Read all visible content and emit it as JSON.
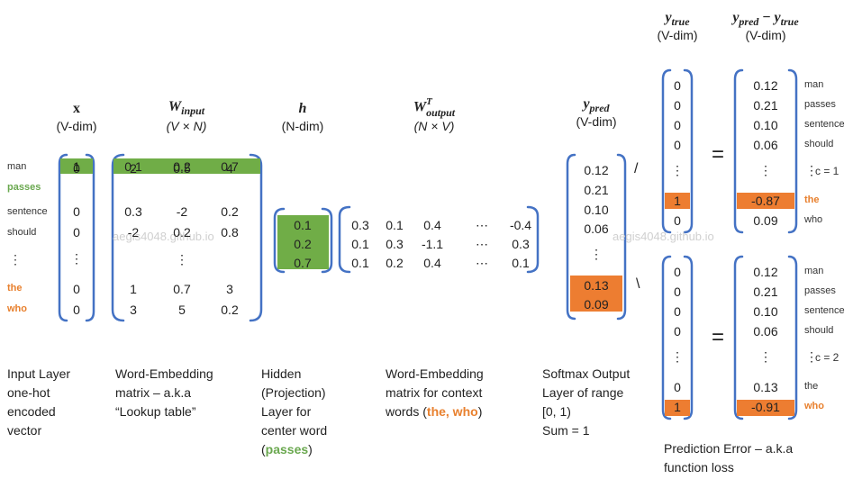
{
  "vocab": [
    "man",
    "passes",
    "sentence",
    "should",
    "⋮",
    "the",
    "who"
  ],
  "x": {
    "title": "x",
    "dim": "(V-dim)",
    "values": [
      "0",
      "1",
      "0",
      "0",
      "⋮",
      "0",
      "0"
    ]
  },
  "w_input": {
    "title": "W",
    "sub": "input",
    "dim": "(V × N)",
    "rows": [
      [
        "2",
        "0.5",
        "4"
      ],
      [
        "0.1",
        "0.2",
        "0.7"
      ],
      [
        "0.3",
        "-2",
        "0.2"
      ],
      [
        "-2",
        "0.2",
        "0.8"
      ],
      [
        "",
        "⋮",
        ""
      ],
      [
        "1",
        "0.7",
        "3"
      ],
      [
        "3",
        "5",
        "0.2"
      ]
    ]
  },
  "h": {
    "title": "h",
    "dim": "(N-dim)",
    "values": [
      "0.1",
      "0.2",
      "0.7"
    ]
  },
  "w_output": {
    "title": "W",
    "sup": "T",
    "sub": "output",
    "dim": "(N × V)",
    "rows": [
      [
        "0.3",
        "0.1",
        "0.4",
        "⋯",
        "-0.4"
      ],
      [
        "0.1",
        "0.3",
        "-1.1",
        "⋯",
        "0.3"
      ],
      [
        "0.1",
        "0.2",
        "0.4",
        "⋯",
        "0.1"
      ]
    ]
  },
  "y_pred": {
    "title": "y",
    "sub": "pred",
    "dim": "(V-dim)",
    "values": [
      "0.12",
      "0.21",
      "0.10",
      "0.06",
      "⋮",
      "0.13",
      "0.09"
    ]
  },
  "y_true": {
    "title": "y",
    "sub": "true",
    "dim": "(V-dim)"
  },
  "error": {
    "title_a": "y",
    "sub_a": "pred",
    "minus": " − ",
    "title_b": "y",
    "sub_b": "true",
    "dim": "(V-dim)"
  },
  "top": {
    "true_vals": [
      "0",
      "0",
      "0",
      "0",
      "⋮",
      "1",
      "0"
    ],
    "err_vals": [
      "0.12",
      "0.21",
      "0.10",
      "0.06",
      "⋮",
      "-0.87",
      "0.09"
    ],
    "c_label": "c = 1",
    "words": [
      "man",
      "passes",
      "sentence",
      "should",
      "⋮",
      "the",
      "who"
    ]
  },
  "bottom": {
    "true_vals": [
      "0",
      "0",
      "0",
      "0",
      "⋮",
      "0",
      "1"
    ],
    "err_vals": [
      "0.12",
      "0.21",
      "0.10",
      "0.06",
      "⋮",
      "0.13",
      "-0.91"
    ],
    "c_label": "c = 2",
    "words": [
      "man",
      "passes",
      "sentence",
      "should",
      "⋮",
      "the",
      "who"
    ]
  },
  "equals": "=",
  "slash_top": "/",
  "slash_bottom": "\\",
  "watermark": "aegis4048.github.io",
  "captions": {
    "input": [
      "Input Layer",
      "one-hot",
      "encoded",
      "vector"
    ],
    "embed": [
      "Word-Embedding",
      "matrix – a.k.a",
      "“Lookup table”"
    ],
    "hidden": [
      "Hidden",
      "(Projection)",
      "Layer for",
      "center word"
    ],
    "hidden_word": "passes",
    "context": [
      "Word-Embedding",
      "matrix for context",
      "words ("
    ],
    "context_words": "the, who",
    "context_end": ")",
    "softmax": [
      "Softmax Output",
      "Layer of range",
      "[0, 1)",
      "Sum = 1"
    ],
    "error": [
      "Prediction Error – a.k.a",
      "function loss"
    ]
  },
  "colors": {
    "green": "#70ad47",
    "orange": "#ed7d31",
    "bracket": "#4472c4"
  }
}
